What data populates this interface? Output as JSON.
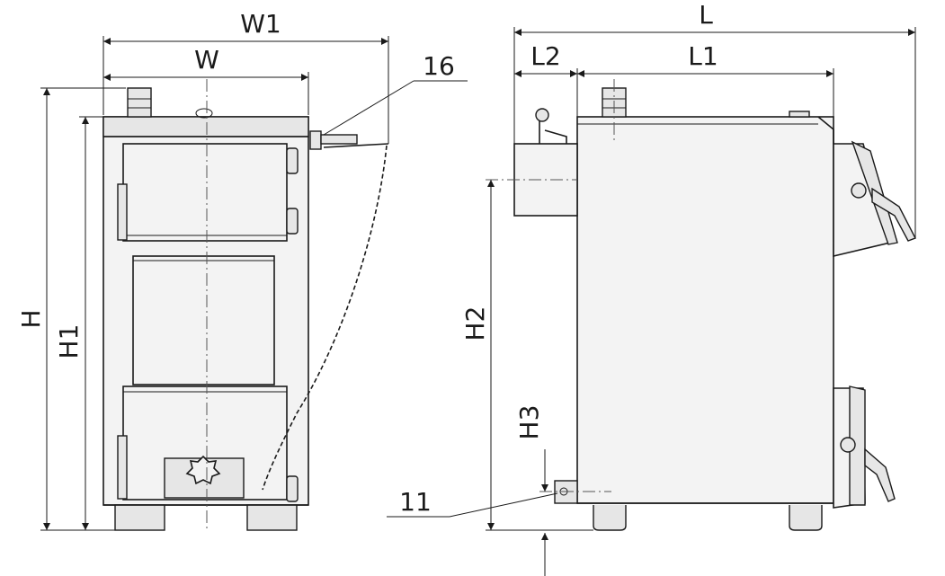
{
  "labels": {
    "w1": "W1",
    "w": "W",
    "l": "L",
    "l1": "L1",
    "l2": "L2",
    "h": "H",
    "h1": "H1",
    "h2": "H2",
    "h3": "H3",
    "callout_16": "16",
    "callout_11": "11"
  }
}
